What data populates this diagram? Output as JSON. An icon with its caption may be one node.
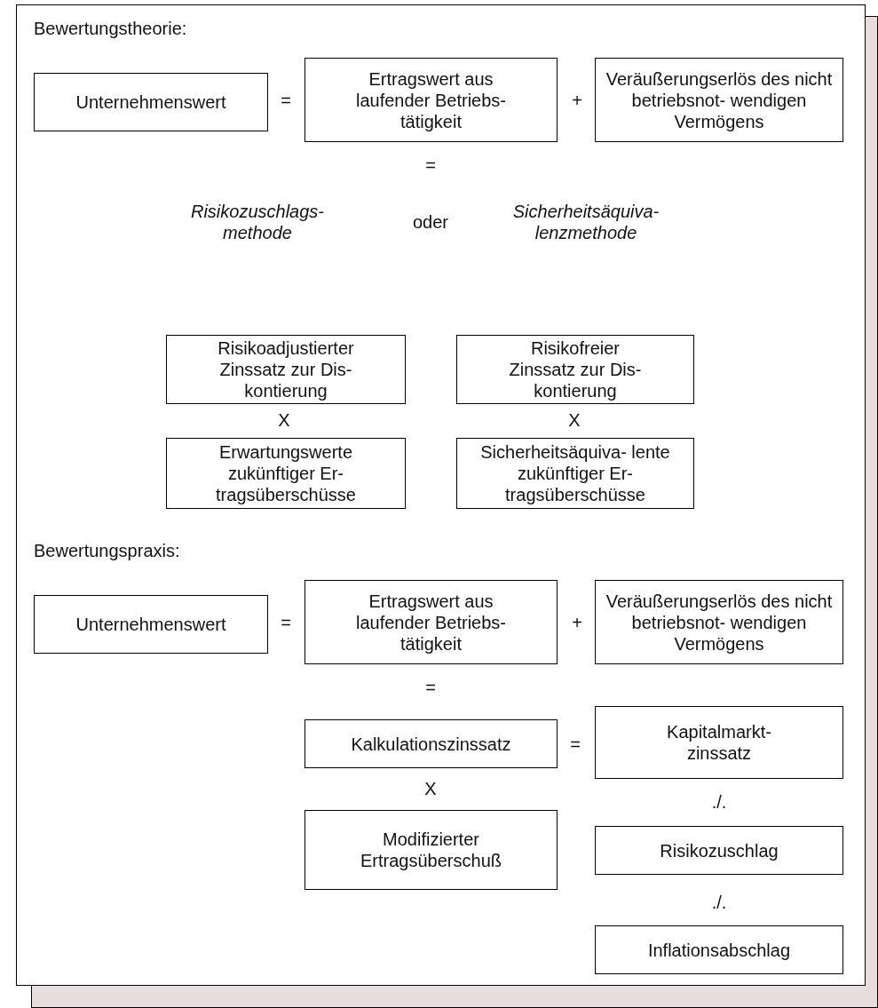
{
  "diagram": {
    "nodes": [
      {
        "text": [
          "Unternehmenswert"
        ]
      },
      {
        "text": [
          "Ertragswert aus laufender Betriebs- tätigkeit"
        ]
      },
      {
        "text": [
          "Veräußerungserlös des nicht betriebsnot- wendigen Vermögens"
        ]
      },
      {
        "text": [
          "Risikoadjustierter Zinssatz zur Dis- kontierung"
        ]
      },
      {
        "text": [
          "Risikofreier Zinssatz zur Dis- kontierung"
        ]
      },
      {
        "text": [
          "Erwartungswerte zukünftiger Er- tragsüberschüsse"
        ]
      },
      {
        "text": [
          "Sicherheitsäquiva- lente zukünftiger Er- tragsüberschüsse"
        ]
      },
      {
        "text": [
          "Unternehmenswert"
        ]
      },
      {
        "text": [
          "Ertragswert aus laufender Betriebs- tätigkeit"
        ]
      },
      {
        "text": [
          "Veräußerungserlös des nicht betriebsnot- wendigen Vermögens"
        ]
      },
      {
        "text": [
          "Kalkulationszinssatz"
        ]
      },
      {
        "text": [
          "Kapitalmarkt- zinssatz"
        ]
      },
      {
        "text": [
          "Modifizierter Ertragsüberschuß"
        ]
      },
      {
        "text": [
          "Risikozuschlag"
        ]
      },
      {
        "text": [
          "Inflationsabschlag"
        ]
      }
    ],
    "labels": [
      "Bewertungstheorie:",
      "=",
      "+",
      "=",
      "Risikozuschlags- methode",
      "oder",
      "Sicherheitsäquiva- lenzmethode",
      "X",
      "X",
      "Bewertungspraxis:",
      "=",
      "+",
      "=",
      "=",
      "X",
      "./.",
      "./."
    ]
  }
}
